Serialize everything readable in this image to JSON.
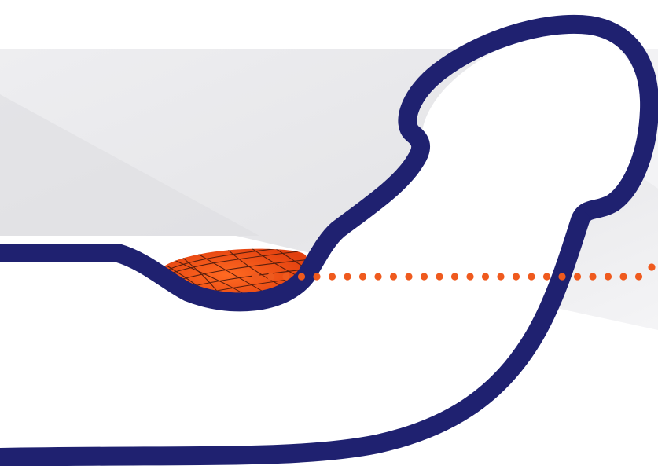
{
  "diagram": {
    "type": "anatomical-illustration",
    "labels": [],
    "colors": {
      "outline": "#1f2170",
      "tissue_fill": "#f0551c",
      "tissue_fiber": "#5a1e0c",
      "leader_dots": "#ef5a1e",
      "background_light": "#ffffff",
      "background_band": "#e9e9ec"
    },
    "parts": [
      {
        "name": "body-outline",
        "icon": "curved-outline"
      },
      {
        "name": "fibrous-plaque",
        "icon": "hatched-lens"
      },
      {
        "name": "leader-line",
        "icon": "dotted-line"
      }
    ]
  }
}
